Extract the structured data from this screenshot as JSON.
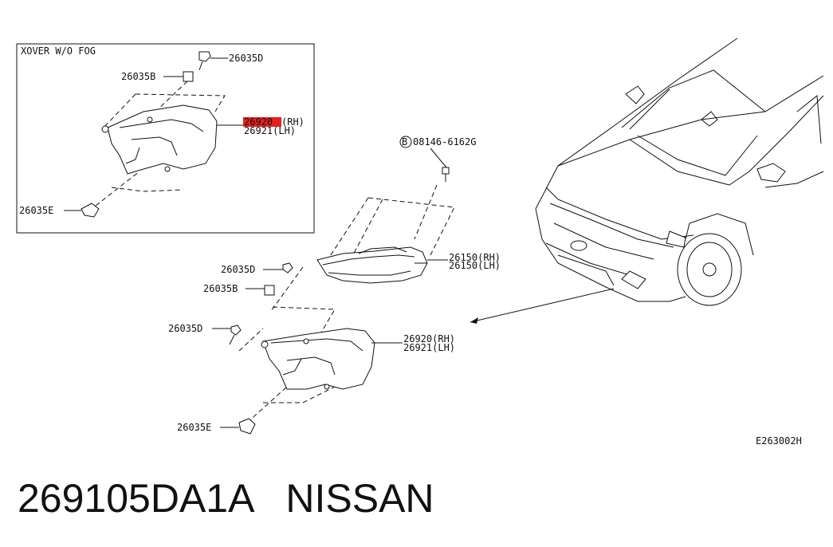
{
  "inset": {
    "title": "XOVER W/O FOG",
    "labels": {
      "bolt_d": "26035D",
      "clip_b": "26035B",
      "bracket_rh": "26920",
      "bracket_rh_side": "(RH)",
      "bracket_lh": "26921(LH)",
      "clip_e": "26035E"
    }
  },
  "main": {
    "labels": {
      "bolt_spec": "08146-6162G",
      "bolt_prefix": "B",
      "lamp_rh": "26150(RH)",
      "lamp_lh": "26150(LH)",
      "bolt_d1": "26035D",
      "clip_b": "26035B",
      "bolt_d2": "26035D",
      "bracket_rh": "26920(RH)",
      "bracket_lh": "26921(LH)",
      "clip_e": "26035E"
    }
  },
  "diagram_code": "E263002H",
  "caption": "269105DA1A   NISSAN",
  "colors": {
    "highlight": "#e8201f",
    "ink": "#111111"
  }
}
